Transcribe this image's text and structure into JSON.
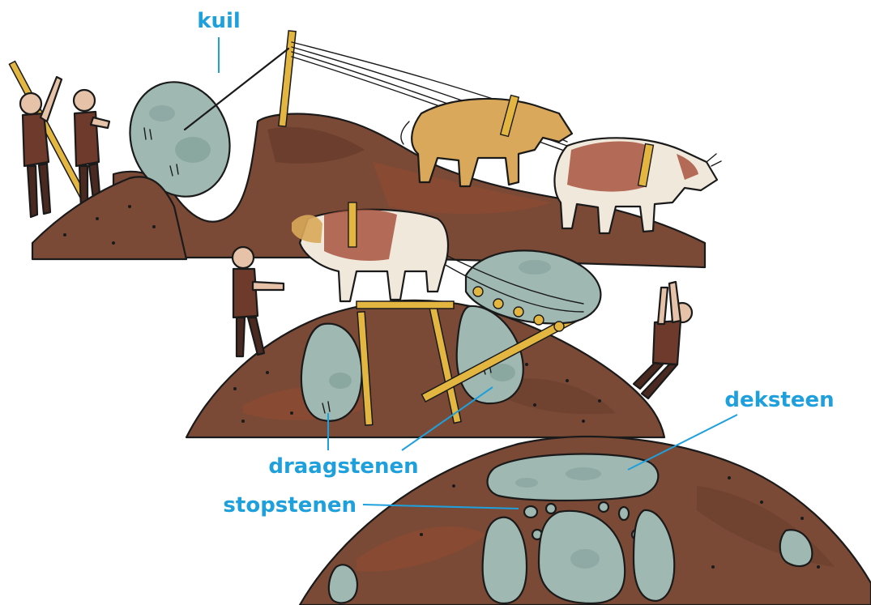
{
  "labels": {
    "kuil": "kuil",
    "draagstenen": "draagstenen",
    "stopstenen": "stopstenen",
    "deksteen": "deksteen"
  },
  "colors": {
    "label": "#1ea0dc",
    "earth": "#7a4a36",
    "earth_dark": "#5e3526",
    "stone": "#9fb8b2",
    "stone_dark": "#7f9c95",
    "timber": "#e2b640",
    "ox_red": "#a8553f",
    "ox_tan": "#d9a85a",
    "ox_white": "#f1e8dc",
    "skin": "#e6c2a8",
    "tunic": "#6e3a2c"
  },
  "icons": [
    "earth-mound",
    "stone-slab",
    "ox",
    "worker",
    "wooden-lever",
    "rope"
  ]
}
